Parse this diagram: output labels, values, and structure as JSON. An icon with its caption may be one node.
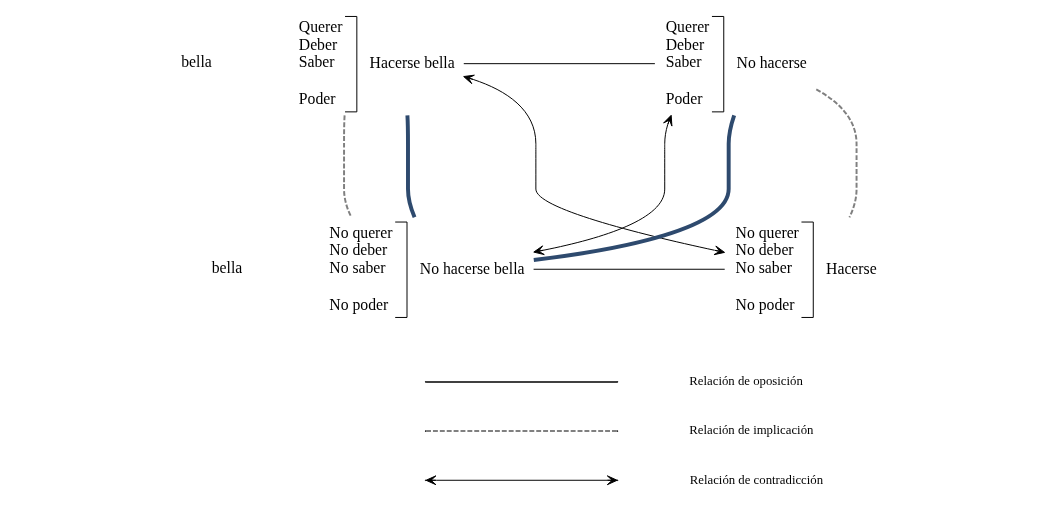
{
  "diagram": {
    "nodes": [
      {
        "text": [
          "Querer",
          "Deber",
          "Saber",
          "Poder",
          "Hacerse bella"
        ]
      },
      {
        "text": [
          "Querer",
          "Deber",
          "Saber",
          "Poder",
          "No hacerse"
        ]
      },
      {
        "text": [
          "No querer",
          "No deber",
          "No saber",
          "No poder",
          "No hacerse bella"
        ]
      },
      {
        "text": [
          "No querer",
          "No deber",
          "No saber",
          "No poder",
          "Hacerse"
        ]
      }
    ],
    "edges": [
      {
        "from": 0,
        "to": 1,
        "arrow": "none"
      },
      {
        "from": 2,
        "to": 3,
        "arrow": "none"
      },
      {
        "from": 0,
        "to": 2,
        "arrow": "none",
        "style": "dashed",
        "color": "#808080"
      },
      {
        "from": 1,
        "to": 3,
        "arrow": "none",
        "style": "dashed",
        "color": "#808080"
      },
      {
        "from": 0,
        "to": 3,
        "arrow": "both"
      },
      {
        "from": 2,
        "to": 1,
        "arrow": "both"
      },
      {
        "from": 0,
        "to": 2,
        "arrow": "none",
        "style": "thick",
        "color": "#2e4a6e"
      },
      {
        "from": 2,
        "to": 1,
        "arrow": "none",
        "style": "thick",
        "color": "#2e4a6e"
      }
    ],
    "labels": [
      "bella",
      "bella"
    ],
    "legend": [
      {
        "text": "Relación de oposición"
      },
      {
        "text": "Relación de implicación"
      },
      {
        "text": "Relación de contradicción"
      }
    ]
  }
}
